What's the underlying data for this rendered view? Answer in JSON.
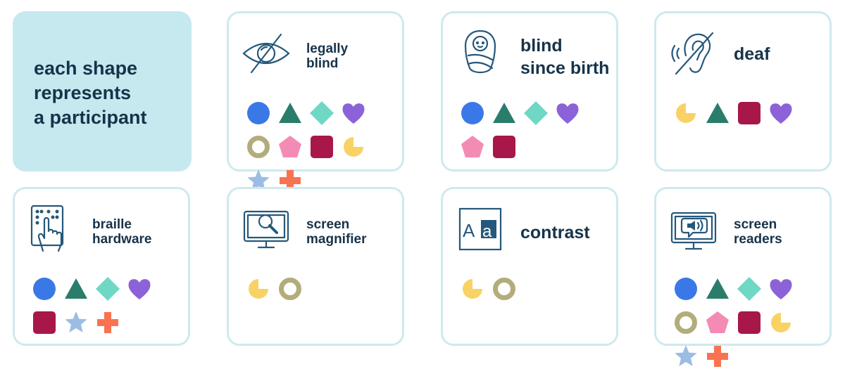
{
  "legend": {
    "text": "each shape\nrepresents\na participant"
  },
  "participants": {
    "p1": {
      "shape": "circle",
      "color": "#3b78e7"
    },
    "p2": {
      "shape": "triangle",
      "color": "#2a7d6b"
    },
    "p3": {
      "shape": "diamond",
      "color": "#6ed8c4"
    },
    "p4": {
      "shape": "heart",
      "color": "#8c62d8"
    },
    "p5": {
      "shape": "ring",
      "color": "#b3ac7b"
    },
    "p6": {
      "shape": "pentagon",
      "color": "#f48bb5"
    },
    "p7": {
      "shape": "square",
      "color": "#a8174a"
    },
    "p8": {
      "shape": "pacman",
      "color": "#f9d266"
    },
    "p9": {
      "shape": "star",
      "color": "#9bbde4"
    },
    "p10": {
      "shape": "cross",
      "color": "#f97352"
    }
  },
  "categories": [
    {
      "label": "legally\nblind",
      "icon": "crossed-eye-icon",
      "participants": [
        "p1",
        "p2",
        "p3",
        "p4",
        "p5",
        "p6",
        "p7",
        "p8",
        "p9",
        "p10"
      ]
    },
    {
      "label": "blind\nsince birth",
      "icon": "swaddled-baby-icon",
      "participants": [
        "p1",
        "p2",
        "p3",
        "p4",
        "p6",
        "p7"
      ]
    },
    {
      "label": "deaf",
      "icon": "crossed-ear-icon",
      "participants": [
        "p8",
        "p2",
        "p7",
        "p4"
      ]
    },
    {
      "label": "braille\nhardware",
      "icon": "braille-hand-icon",
      "participants": [
        "p1",
        "p2",
        "p3",
        "p4",
        "p7",
        "p9",
        "p10"
      ]
    },
    {
      "label": "screen\nmagnifier",
      "icon": "screen-magnifier-icon",
      "participants": [
        "p8",
        "p5"
      ]
    },
    {
      "label": "contrast",
      "icon": "contrast-aa-icon",
      "participants": [
        "p8",
        "p5"
      ]
    },
    {
      "label": "screen\nreaders",
      "icon": "screen-reader-icon",
      "participants": [
        "p1",
        "p2",
        "p3",
        "p4",
        "p5",
        "p6",
        "p7",
        "p8",
        "p9",
        "p10"
      ]
    }
  ],
  "colors": {
    "card_border": "#cfe9ef",
    "legend_bg": "#c6e9f0",
    "icon_stroke": "#25587a",
    "text": "#17334a"
  }
}
